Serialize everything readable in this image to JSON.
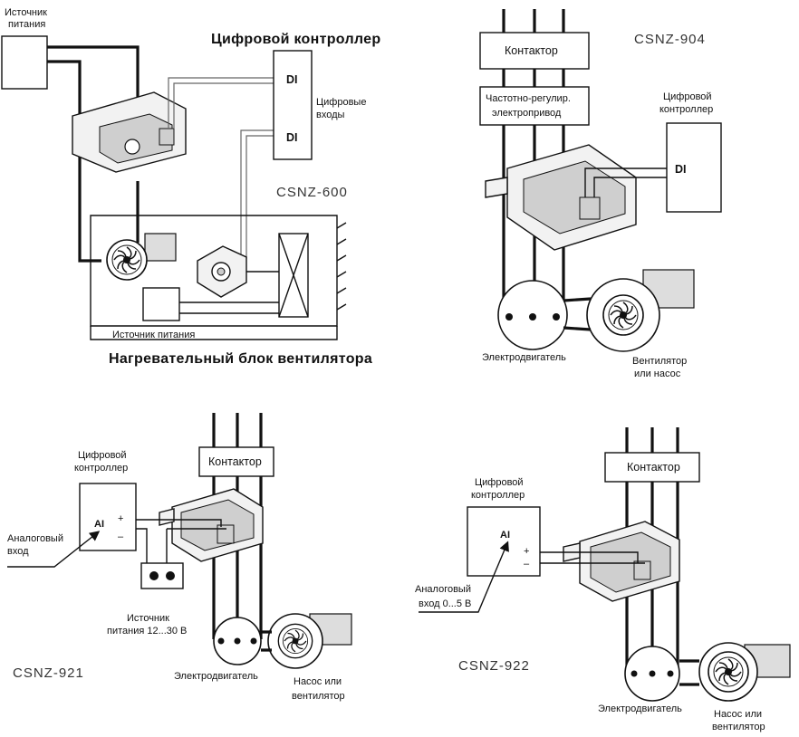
{
  "diagrams": {
    "csnz600": {
      "model": "CSNZ-600",
      "controller_title": "Цифровой контроллер",
      "di_top": "DI",
      "di_bottom": "DI",
      "digital_inputs": [
        "Цифровые",
        "входы"
      ],
      "power_source_top": [
        "Источник",
        "питания"
      ],
      "power_source_bottom": "Источник питания",
      "heater_title": "Нагревательный блок вентилятора"
    },
    "csnz904": {
      "model": "CSNZ-904",
      "contactor": "Контактор",
      "vfd": [
        "Частотно-регулир.",
        "электропривод"
      ],
      "controller": [
        "Цифровой",
        "контроллер"
      ],
      "di": "DI",
      "motor": "Электродвигатель",
      "fan": [
        "Вентилятор",
        "или насос"
      ]
    },
    "csnz921": {
      "model": "CSNZ-921",
      "controller": [
        "Цифровой",
        "контроллер"
      ],
      "ai": "AI",
      "plus": "+",
      "minus": "–",
      "analog_input": [
        "Аналоговый",
        "вход"
      ],
      "contactor": "Контактор",
      "power_source": [
        "Источник",
        "питания 12...30 В"
      ],
      "motor": "Электродвигатель",
      "pump": [
        "Насос или",
        "вентилятор"
      ]
    },
    "csnz922": {
      "model": "CSNZ-922",
      "controller": [
        "Цифровой",
        "контроллер"
      ],
      "ai": "AI",
      "plus": "+",
      "minus": "–",
      "analog_input": [
        "Аналоговый",
        "вход 0...5 В"
      ],
      "contactor": "Контактор",
      "motor": "Электродвигатель",
      "pump": [
        "Насос или",
        "вентилятор"
      ]
    }
  }
}
